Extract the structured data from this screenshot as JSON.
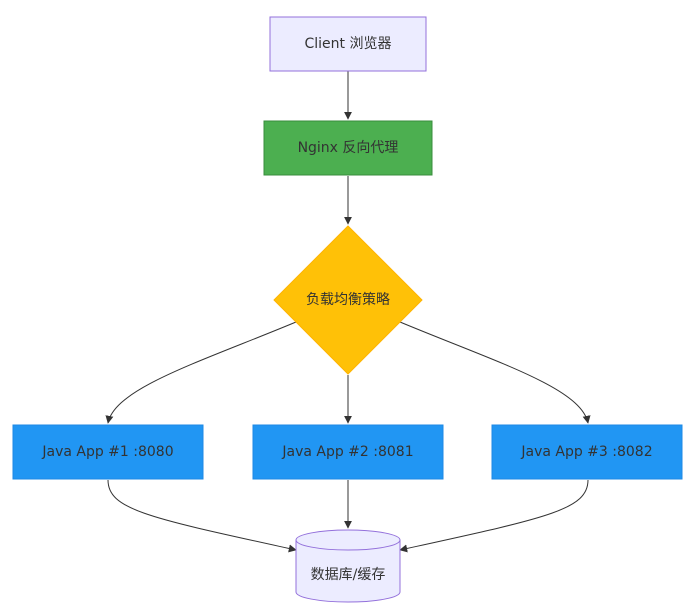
{
  "diagram": {
    "type": "flowchart",
    "direction": "top-down",
    "nodes": [
      {
        "id": "client",
        "label": "Client 浏览器",
        "shape": "rect",
        "fill": "#ECECFF",
        "stroke": "#9370DB"
      },
      {
        "id": "nginx",
        "label": "Nginx 反向代理",
        "shape": "rect",
        "fill": "#4CAF50",
        "stroke": "#388E3C"
      },
      {
        "id": "lb",
        "label": "负载均衡策略",
        "shape": "diamond",
        "fill": "#FFC107",
        "stroke": "#FFB300"
      },
      {
        "id": "app1",
        "label": "Java App #1 :8080",
        "shape": "rect",
        "fill": "#2196F3",
        "stroke": "#1E88E5"
      },
      {
        "id": "app2",
        "label": "Java App #2 :8081",
        "shape": "rect",
        "fill": "#2196F3",
        "stroke": "#1E88E5"
      },
      {
        "id": "app3",
        "label": "Java App #3 :8082",
        "shape": "rect",
        "fill": "#2196F3",
        "stroke": "#1E88E5"
      },
      {
        "id": "db",
        "label": "数据库/缓存",
        "shape": "cylinder",
        "fill": "#ECECFF",
        "stroke": "#9370DB"
      }
    ],
    "edges": [
      {
        "from": "client",
        "to": "nginx"
      },
      {
        "from": "nginx",
        "to": "lb"
      },
      {
        "from": "lb",
        "to": "app1"
      },
      {
        "from": "lb",
        "to": "app2"
      },
      {
        "from": "lb",
        "to": "app3"
      },
      {
        "from": "app1",
        "to": "db"
      },
      {
        "from": "app2",
        "to": "db"
      },
      {
        "from": "app3",
        "to": "db"
      }
    ],
    "edge_color": "#333333",
    "text_color": "#333333"
  }
}
